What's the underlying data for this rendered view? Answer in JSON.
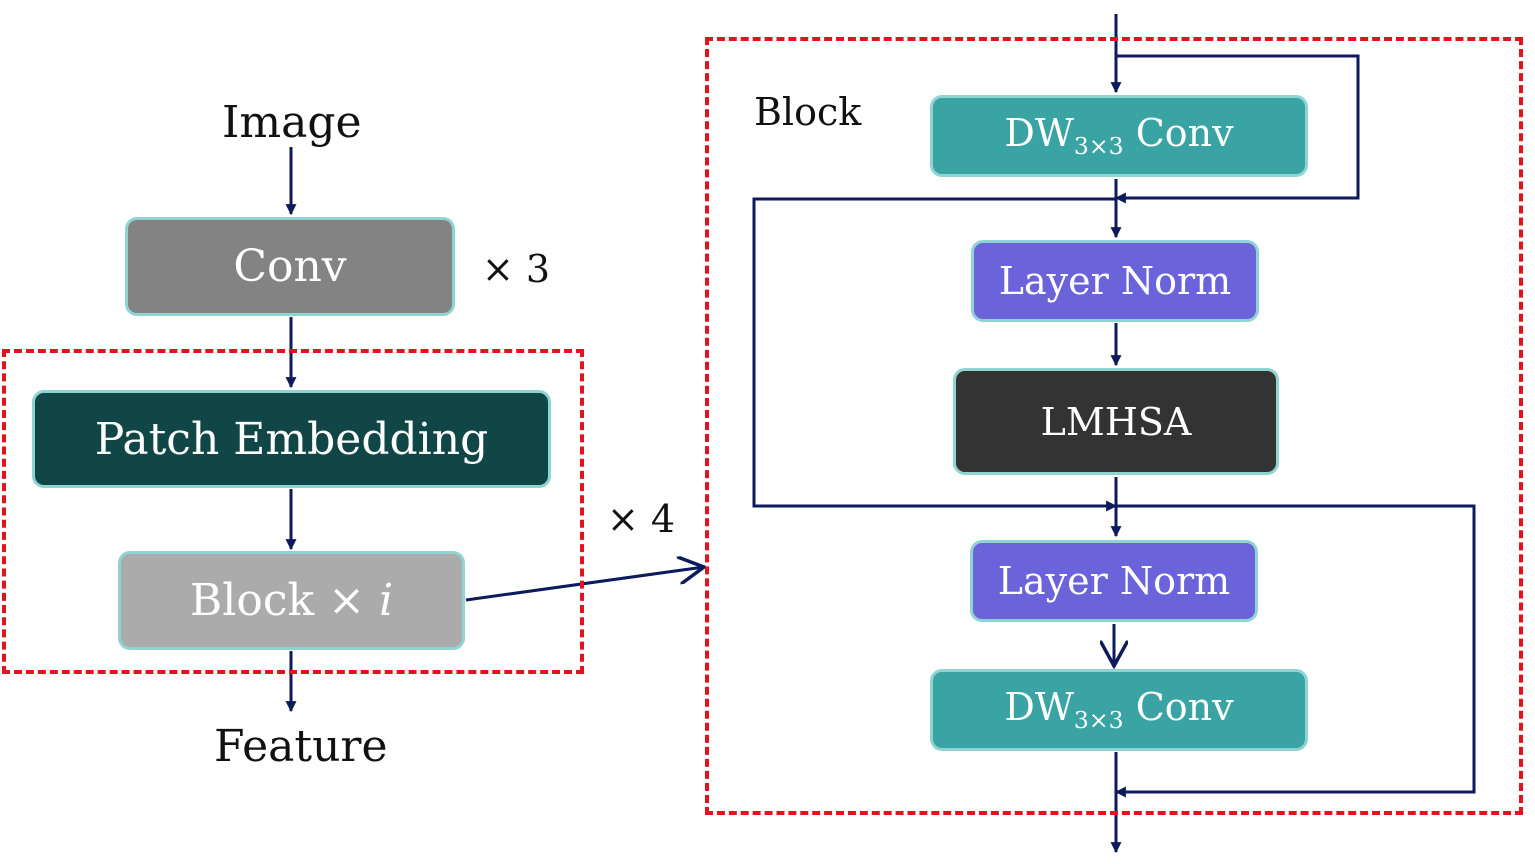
{
  "left": {
    "input_label": "Image",
    "conv_label": "Conv",
    "conv_repeat": "× 3",
    "patch_embedding_label": "Patch Embedding",
    "block_label": "Block",
    "block_times": "×",
    "block_var": "i",
    "stage_repeat": "× 4",
    "output_label": "Feature"
  },
  "block": {
    "title": "Block",
    "dw_prefix": "DW",
    "dw_sub": "3×3",
    "dw_suffix": " Conv",
    "layer_norm_label": "Layer Norm",
    "lmhsa_label": "LMHSA"
  },
  "colors": {
    "conv": "#838383",
    "patch_embedding": "#104646",
    "block": "#ababab",
    "dw_conv": "#3aa3a3",
    "layer_norm": "#6a63d9",
    "lmhsa": "#333333",
    "arrow": "#0d1a5c",
    "dashed_border": "#e3121c"
  }
}
